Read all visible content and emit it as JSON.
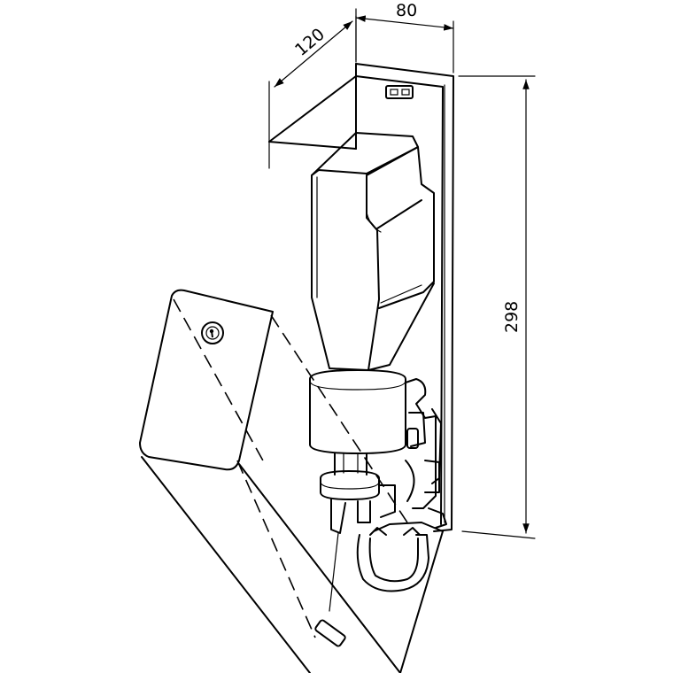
{
  "dimensions": {
    "width": "80",
    "depth": "120",
    "height": "298"
  }
}
